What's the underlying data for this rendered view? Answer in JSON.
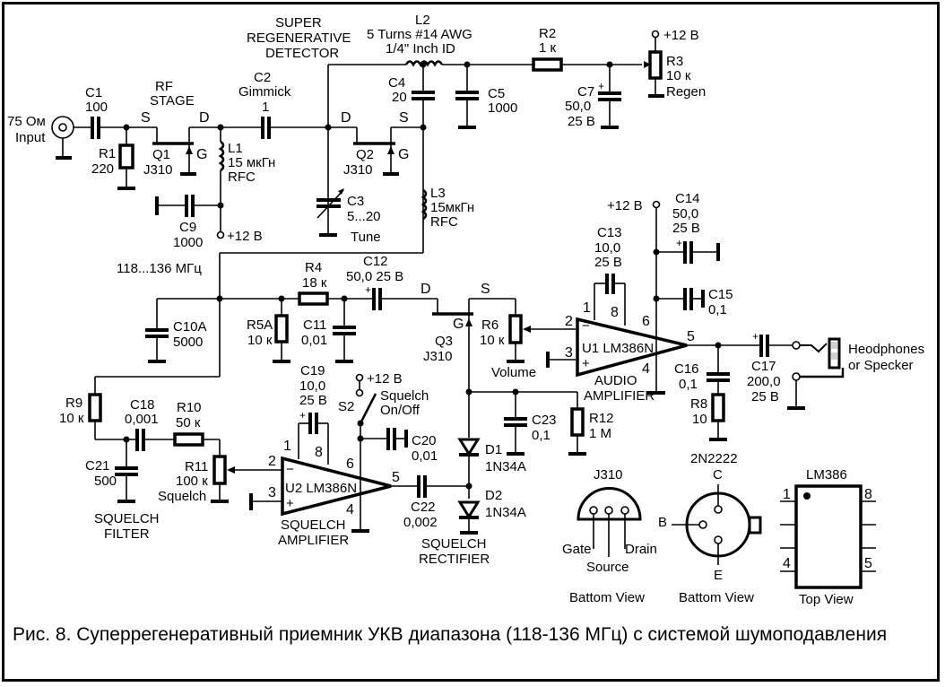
{
  "figure": {
    "caption": "Рис. 8. Суперрегенеративный приемник УКВ диапазона (118-136 МГц) с системой шумоподавления"
  },
  "sections": {
    "rf_stage": [
      "RF",
      "STAGE"
    ],
    "detector": [
      "SUPER",
      "REGENERATIVE",
      "DETECTOR"
    ],
    "audio_amp": [
      "AUDIO",
      "AMPLIFIER"
    ],
    "squelch_filter": [
      "SQUELCH",
      "FILTER"
    ],
    "squelch_amp": [
      "SQUELCH",
      "AMPLIFIER"
    ],
    "squelch_rect": [
      "SQUELCH",
      "RECTIFIER"
    ],
    "frequency": "118...136 МГц"
  },
  "input": {
    "label1": "75 Ом",
    "label2": "Input"
  },
  "output": {
    "label1": "Heodphones",
    "label2": "or Specker"
  },
  "supply": "+12 В",
  "components": {
    "C1": [
      "C1",
      "100"
    ],
    "R1": [
      "R1",
      "220"
    ],
    "Q1": [
      "Q1",
      "J310"
    ],
    "C2": [
      "C2",
      "Gimmick",
      "1"
    ],
    "L1": [
      "L1",
      "15 мкГн",
      "RFC"
    ],
    "C9": [
      "C9",
      "1000"
    ],
    "C3": [
      "C3",
      "5...20",
      "Tune"
    ],
    "Q2": [
      "Q2",
      "J310"
    ],
    "L2": [
      "L2",
      "5 Turns #14 AWG",
      "1/4\" Inch ID"
    ],
    "C4": [
      "C4",
      "20"
    ],
    "C5": [
      "C5",
      "1000"
    ],
    "L3": [
      "L3",
      "15мкГн",
      "RFC"
    ],
    "R2": [
      "R2",
      "1 к"
    ],
    "C7": [
      "C7",
      "50,0",
      "25 В"
    ],
    "R3": [
      "R3",
      "10 к",
      "Regen"
    ],
    "C10A": [
      "C10A",
      "5000"
    ],
    "R4": [
      "R4",
      "18 к"
    ],
    "R5A": [
      "R5A",
      "10 к"
    ],
    "C11": [
      "C11",
      "0,01"
    ],
    "C12": [
      "C12",
      "50,0 25 В"
    ],
    "Q3": [
      "Q3",
      "J310"
    ],
    "R6": [
      "R6",
      "10 к",
      "Volume"
    ],
    "C13": [
      "C13",
      "10,0",
      "25 В"
    ],
    "C14": [
      "C14",
      "50,0",
      "25 В"
    ],
    "C15": [
      "C15",
      "0,1"
    ],
    "U1": "U1 LM386N",
    "C16": [
      "C16",
      "0,1"
    ],
    "R8": [
      "R8",
      "10"
    ],
    "C17": [
      "C17",
      "200,0",
      "25 В"
    ],
    "R9": [
      "R9",
      "10 к"
    ],
    "C18": [
      "C18",
      "0,001"
    ],
    "R10": [
      "R10",
      "50 к"
    ],
    "C21": [
      "C21",
      "500"
    ],
    "R11": [
      "R11",
      "100 к",
      "Squelch"
    ],
    "C19": [
      "C19",
      "10,0",
      "25 В"
    ],
    "S2": [
      "S2",
      "Squelch",
      "On/Off"
    ],
    "C20": [
      "C20",
      "0,01"
    ],
    "U2": "U2 LM386N",
    "C22": [
      "C22",
      "0,002"
    ],
    "D1": [
      "D1",
      "1N34A"
    ],
    "D2": [
      "D2",
      "1N34A"
    ],
    "C23": [
      "C23",
      "0,1"
    ],
    "R12": [
      "R12",
      "1 M"
    ]
  },
  "pins": {
    "fet": {
      "S": "S",
      "D": "D",
      "G": "G"
    },
    "opamp": {
      "p1": "1",
      "p2": "2",
      "p3": "3",
      "p4": "4",
      "p5": "5",
      "p6": "6",
      "p8": "8",
      "minus": "−",
      "plus": "+"
    },
    "polarity": "+"
  },
  "pinouts": {
    "j310": {
      "title": "J310",
      "pins": [
        "Gate",
        "Source",
        "Drain"
      ],
      "view": "Battom View"
    },
    "n2222": {
      "title": "2N2222",
      "pins": [
        "C",
        "B",
        "E"
      ],
      "view": "Battom View"
    },
    "lm386": {
      "title": "LM386",
      "pins": [
        "1",
        "8",
        "4",
        "5"
      ],
      "view": "Top View"
    }
  }
}
